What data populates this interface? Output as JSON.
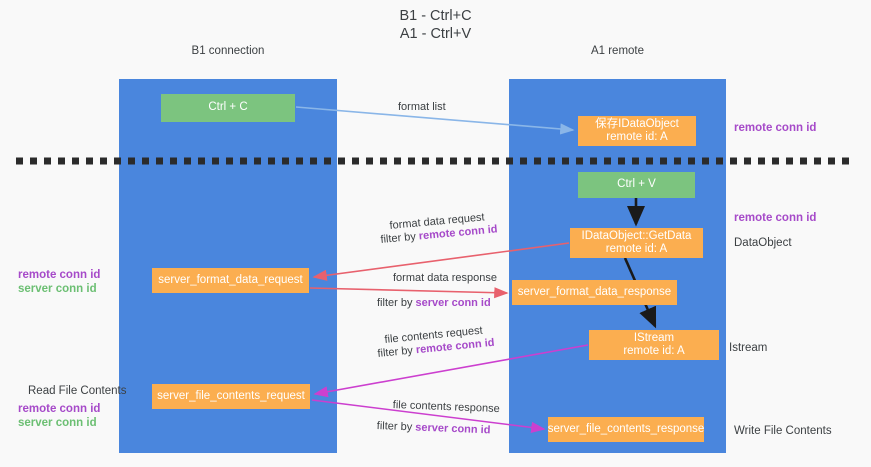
{
  "title": "B1 - Ctrl+C\nA1 - Ctrl+V",
  "lanes": [
    {
      "id": "left",
      "name": "B1",
      "sub": "connection",
      "heading": "B1\nconnection"
    },
    {
      "id": "right",
      "name": "A1",
      "sub": "remote",
      "heading": "A1\nremote"
    }
  ],
  "nodes": {
    "ctrl_c": "Ctrl + C",
    "store_dataobject": "保存IDataObject\nremote id: A",
    "ctrl_v": "Ctrl + V",
    "get_data": "IDataObject::GetData\nremote id: A",
    "format_data_request": "server_format_data_request",
    "format_data_response": "server_format_data_response",
    "istream": "IStream\nremote id: A",
    "file_contents_request": "server_file_contents_request",
    "file_contents_response": "server_file_contents_response"
  },
  "side_labels": {
    "right_remote_conn_id_top": "remote conn id",
    "right_remote_conn_id_mid": "remote conn id",
    "right_dataobject": "DataObject",
    "right_istream": "Istream",
    "right_write_file_contents": "Write File Contents",
    "left_remote_conn_id": "remote conn id",
    "left_server_conn_id": "server conn id",
    "left_read_file_contents": "Read File Contents",
    "left_remote_conn_id_2": "remote conn id",
    "left_server_conn_id_2": "server conn id"
  },
  "edge_labels": {
    "format_list": "format list",
    "format_data_request": "format data request",
    "filter_by": "filter by ",
    "remote_conn_id": "remote conn id",
    "server_conn_id": "server conn id",
    "format_data_response": "format data response",
    "file_contents_request": "file contents request",
    "file_contents_response": "file contents response"
  },
  "colors": {
    "lane": "#4a86dd",
    "green_box": "#7cc47f",
    "orange_box": "#fbae50",
    "purple_text": "#a64ac9",
    "green_text": "#6cbf73",
    "blue_arrow": "#8ab6e8",
    "red_arrow": "#e8616d",
    "magenta_arrow": "#cc3fcf",
    "black_arrow": "#1a1a1a",
    "divider": "#2b2b2b",
    "background": "#f9f9f9"
  }
}
